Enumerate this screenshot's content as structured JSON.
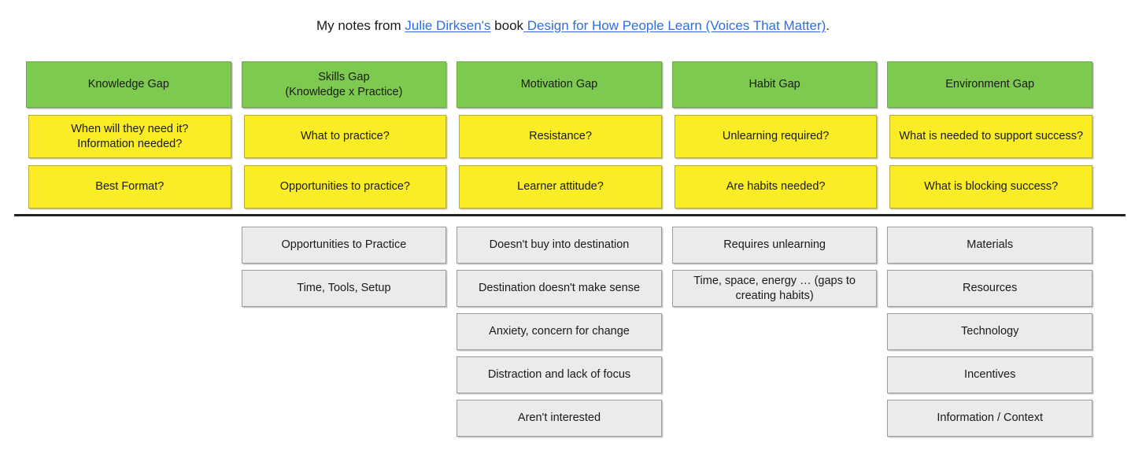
{
  "caption": {
    "prefix": "My notes from ",
    "author_link": "Julie Dirksen's",
    "middle": " book",
    "book_link": " Design for How People Learn (Voices That Matter)",
    "suffix": ".",
    "link_color": "#2f6fe0"
  },
  "colors": {
    "green_fill": "#7ec94f",
    "green_border": "#6aad43",
    "yellow_fill": "#faed26",
    "yellow_border": "#b9ae2b",
    "gray_fill": "#ebebeb",
    "gray_border": "#9b9b9b",
    "divider": "#222222"
  },
  "columns": [
    {
      "header": "Knowledge Gap",
      "questions": [
        "When will they need it?\nInformation needed?",
        "Best Format?"
      ],
      "items": []
    },
    {
      "header": "Skills Gap\n(Knowledge x Practice)",
      "questions": [
        "What to practice?",
        "Opportunities to practice?"
      ],
      "items": [
        "Opportunities to Practice",
        "Time, Tools, Setup"
      ]
    },
    {
      "header": "Motivation Gap",
      "questions": [
        "Resistance?",
        "Learner attitude?"
      ],
      "items": [
        "Doesn't buy into destination",
        "Destination doesn't make sense",
        "Anxiety, concern for change",
        "Distraction and lack of focus",
        "Aren't interested"
      ]
    },
    {
      "header": "Habit Gap",
      "questions": [
        "Unlearning required?",
        "Are habits needed?"
      ],
      "items": [
        "Requires unlearning",
        "Time, space, energy … (gaps to creating habits)"
      ]
    },
    {
      "header": "Environment Gap",
      "questions": [
        "What is needed to support success?",
        "What is blocking success?"
      ],
      "items": [
        "Materials",
        "Resources",
        "Technology",
        "Incentives",
        "Information / Context"
      ]
    }
  ]
}
